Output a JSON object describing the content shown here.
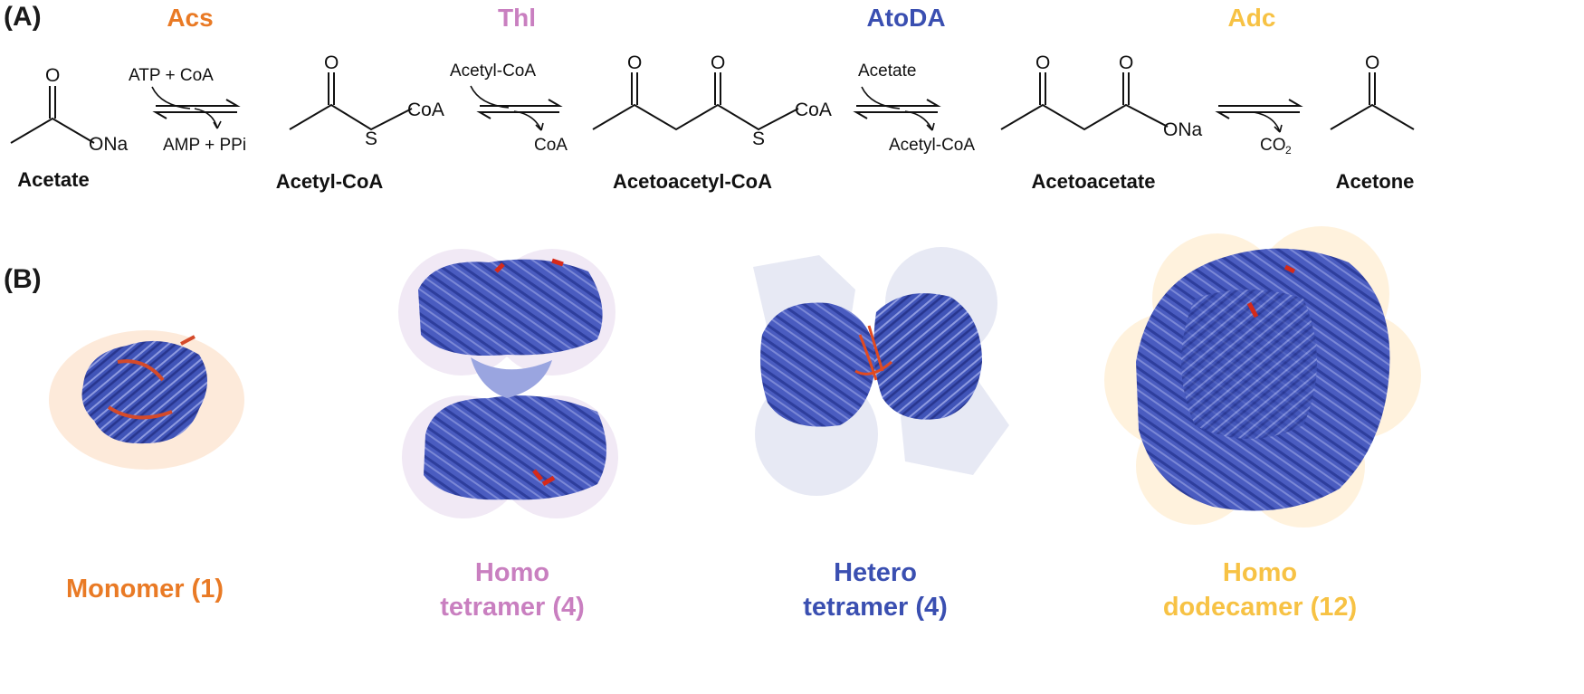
{
  "panels": {
    "a": "(A)",
    "b": "(B)"
  },
  "enzymes": [
    {
      "name": "Acs",
      "color": "#e97a25"
    },
    {
      "name": "Thl",
      "color": "#c97fc0"
    },
    {
      "name": "AtoDA",
      "color": "#3a4fb1"
    },
    {
      "name": "Adc",
      "color": "#f7c244"
    }
  ],
  "compounds": [
    "Acetate",
    "Acetyl-CoA",
    "Acetoacetyl-CoA",
    "Acetoacetate",
    "Acetone"
  ],
  "reactions": [
    {
      "above": "ATP + CoA",
      "below": "AMP + PPi"
    },
    {
      "above": "Acetyl-CoA",
      "below": "CoA"
    },
    {
      "above": "Acetate",
      "below": "Acetyl-CoA"
    },
    {
      "above": "",
      "below_main": "CO",
      "below_sub": "2"
    }
  ],
  "atoms": {
    "O": "O",
    "S": "S",
    "ONa": "ONa",
    "CoA": "CoA"
  },
  "assemblies": [
    {
      "line1": "Monomer (1)",
      "line2": "",
      "color": "#e97a25"
    },
    {
      "line1": "Homo",
      "line2": "tetramer (4)",
      "color": "#c97fc0"
    },
    {
      "line1": "Hetero",
      "line2": "tetramer (4)",
      "color": "#3a4fb1"
    },
    {
      "line1": "Homo",
      "line2": "dodecamer (12)",
      "color": "#f7c244"
    }
  ],
  "protein_color": "#3f52b5"
}
